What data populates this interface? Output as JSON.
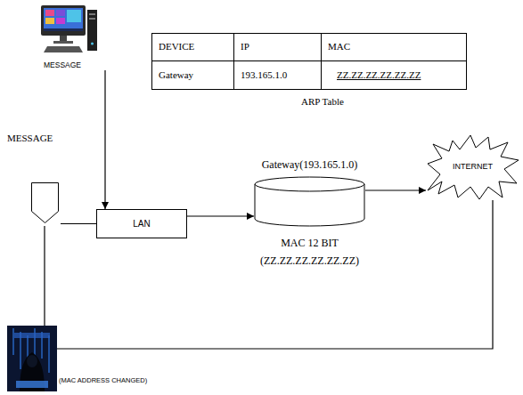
{
  "diagram": {
    "nodes": [
      {
        "text": [
          "MESSAGE"
        ]
      },
      {
        "text": [
          "MESSAGE"
        ]
      },
      {
        "text": [
          "LAN"
        ]
      },
      {
        "text": [
          "Gateway(193.165.1.0)",
          "MAC 12 BIT (ZZ.ZZ.ZZ.ZZ.ZZ.ZZ)"
        ]
      },
      {
        "text": [
          "INTERNET"
        ]
      },
      {
        "text": [
          "(MAC ADDRESS CHANGED)"
        ]
      }
    ],
    "edges": [
      {
        "from": 0,
        "to": 2,
        "arrow": "to"
      },
      {
        "from": 1,
        "to": 2,
        "arrow": "none"
      },
      {
        "from": 2,
        "to": 3,
        "arrow": "to"
      },
      {
        "from": 3,
        "to": 4,
        "arrow": "to"
      },
      {
        "from": 1,
        "to": 5,
        "arrow": "none"
      },
      {
        "from": 4,
        "to": 5,
        "arrow": "none"
      }
    ],
    "labels": [
      "DEVICE",
      "IP",
      "MAC",
      "Gateway",
      "193.165.1.0",
      "ZZ.ZZ.ZZ.ZZ.ZZ.ZZ",
      "ARP Table"
    ]
  }
}
